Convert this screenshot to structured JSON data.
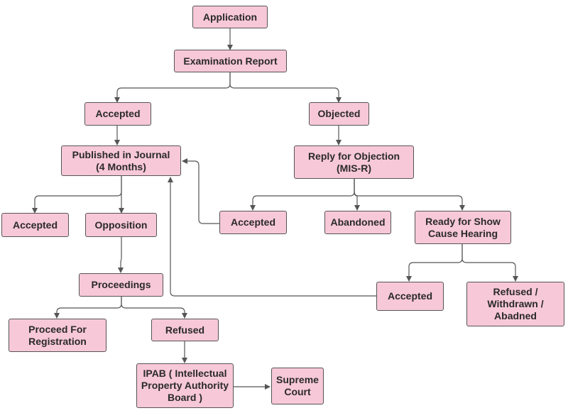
{
  "colors": {
    "node_fill": "#f7c8d8",
    "node_border": "#555555",
    "edge": "#555555"
  },
  "nodes": {
    "application": "Application",
    "examination_report": "Examination Report",
    "accepted_left": "Accepted",
    "objected": "Objected",
    "published_in_journal": "Published in Journal\n(4 Months)",
    "reply_for_objection": "Reply for Objection\n(MIS-R)",
    "accepted_far_left": "Accepted",
    "opposition": "Opposition",
    "accepted_reply": "Accepted",
    "abandoned": "Abandoned",
    "ready_for_show_cause": "Ready for Show\nCause Hearing",
    "proceedings": "Proceedings",
    "accepted_hearing": "Accepted",
    "refused_withdrawn": "Refused /\nWithdrawn /\nAbadned",
    "proceed_for_registration": "Proceed For\nRegistration",
    "refused": "Refused",
    "ipab": "IPAB ( Intellectual\nProperty Authority\nBoard )",
    "supreme_court": "Supreme\nCourt"
  }
}
